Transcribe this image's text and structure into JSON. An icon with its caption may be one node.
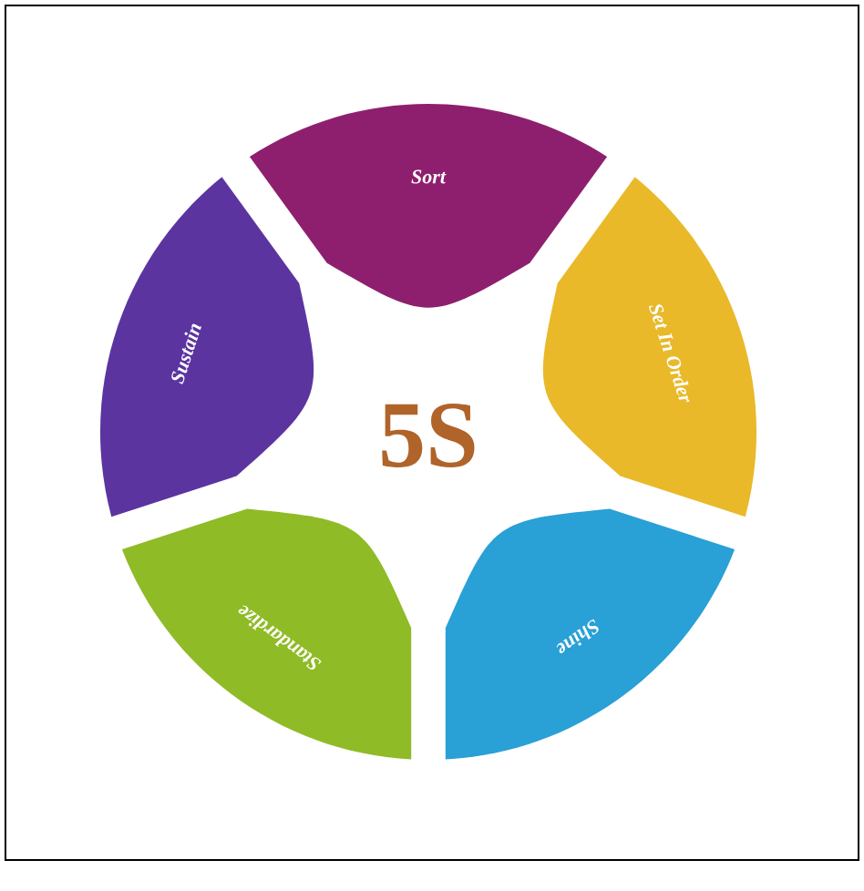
{
  "diagram": {
    "title": "5S",
    "nodes": [
      {
        "text": [
          "Sort"
        ]
      },
      {
        "text": [
          "Set In Order"
        ]
      },
      {
        "text": [
          "Shine"
        ]
      },
      {
        "text": [
          "Standardize"
        ]
      },
      {
        "text": [
          "Sustain"
        ]
      }
    ]
  }
}
